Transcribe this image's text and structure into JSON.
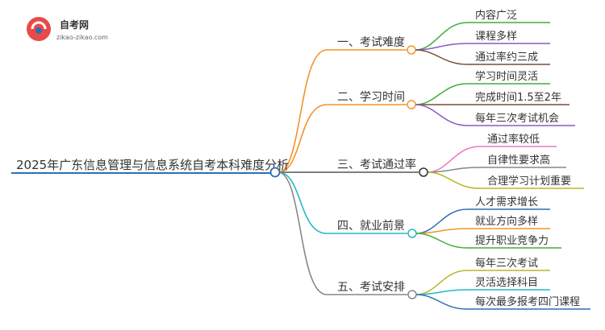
{
  "logo": {
    "title": "自考网",
    "url": "zikao-zikao.com",
    "icon": "zikao-logo-icon"
  },
  "mindmap": {
    "root": "2025年广东信息管理与信息系统自考本科难度分析",
    "branches": [
      {
        "label": "一、考试难度",
        "color": "#f5922c",
        "children": [
          {
            "label": "内容广泛",
            "color": "#3fae3a"
          },
          {
            "label": "课程多样",
            "color": "#8a5bbf"
          },
          {
            "label": "通过率约三成",
            "color": "#7a4a3c"
          }
        ]
      },
      {
        "label": "二、学习时间",
        "color": "#f5922c",
        "children": [
          {
            "label": "学习时间灵活",
            "color": "#3fae3a"
          },
          {
            "label": "完成时间1.5至2年",
            "color": "#7a4a3c"
          },
          {
            "label": "每年三次考试机会",
            "color": "#8a5bbf"
          }
        ]
      },
      {
        "label": "三、考试通过率",
        "color": "#555555",
        "children": [
          {
            "label": "通过率较低",
            "color": "#e67ac8"
          },
          {
            "label": "自律性要求高",
            "color": "#888888"
          },
          {
            "label": "合理学习计划重要",
            "color": "#bcb52a"
          }
        ]
      },
      {
        "label": "四、就业前景",
        "color": "#26b8c4",
        "children": [
          {
            "label": "人才需求增长",
            "color": "#2a6fb5"
          },
          {
            "label": "就业方向多样",
            "color": "#f5922c"
          },
          {
            "label": "提升职业竞争力",
            "color": "#3fae3a"
          }
        ]
      },
      {
        "label": "五、考试安排",
        "color": "#888888",
        "children": [
          {
            "label": "每年三次考试",
            "color": "#bcb52a"
          },
          {
            "label": "灵活选择科目",
            "color": "#26b8c4"
          },
          {
            "label": "每次最多报考四门课程",
            "color": "#2a6fb5"
          }
        ]
      }
    ]
  },
  "colors": {
    "root_line": "#2a6fb5",
    "text": "#333333"
  }
}
